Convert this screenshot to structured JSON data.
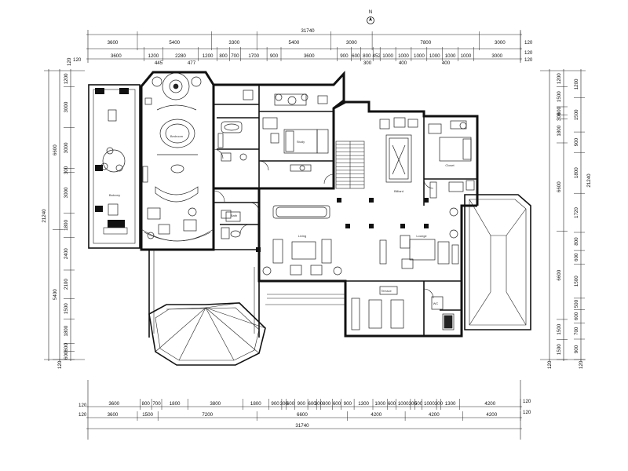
{
  "north_symbol": "N",
  "dimensions": {
    "top_total": "31740",
    "top_row1": [
      "3600",
      "5400",
      "3300",
      "5400",
      "3000",
      "7800",
      "3000"
    ],
    "top_row2": [
      "3600",
      "1200",
      "2280",
      "1200",
      "800",
      "700",
      "1700",
      "900",
      "3600",
      "900",
      "600",
      "800",
      "452",
      "1000",
      "1000",
      "1000",
      "1000",
      "1000",
      "1000",
      "3000"
    ],
    "top_row3": [
      "445",
      "477",
      "300",
      "400",
      "400"
    ],
    "bottom_row1": [
      "3600",
      "800",
      "700",
      "1800",
      "3800",
      "1800",
      "900",
      "300",
      "600",
      "900",
      "600",
      "300",
      "800",
      "600",
      "900",
      "1300",
      "1000",
      "600",
      "1000",
      "300",
      "500",
      "1000",
      "300",
      "1300",
      "4200"
    ],
    "bottom_row2": [
      "3600",
      "1500",
      "7200",
      "6600",
      "4200",
      "4200",
      "4200"
    ],
    "bottom_total": "31740",
    "end_marks": "120",
    "left_total": "21240",
    "left_outer": [
      "6600",
      "5400"
    ],
    "left_inner": [
      "1200",
      "3000",
      "3000",
      "300",
      "3000",
      "1800",
      "2400",
      "2100",
      "1500",
      "1800",
      "600",
      "600"
    ],
    "right_total": "21240",
    "right_outer": [
      "1200",
      "1500",
      "600",
      "300",
      "1800",
      "6600",
      "6600",
      "1500",
      "1500"
    ],
    "right_inner": [
      "1200",
      "1500",
      "900",
      "1800",
      "1720",
      "800",
      "600",
      "1500",
      "500",
      "600",
      "700",
      "900"
    ]
  },
  "room_labels": [
    "Bedroom",
    "Bath",
    "Study",
    "Living",
    "Billiard",
    "Lounge",
    "Balcony",
    "Closet",
    "WC",
    "Terrace"
  ]
}
